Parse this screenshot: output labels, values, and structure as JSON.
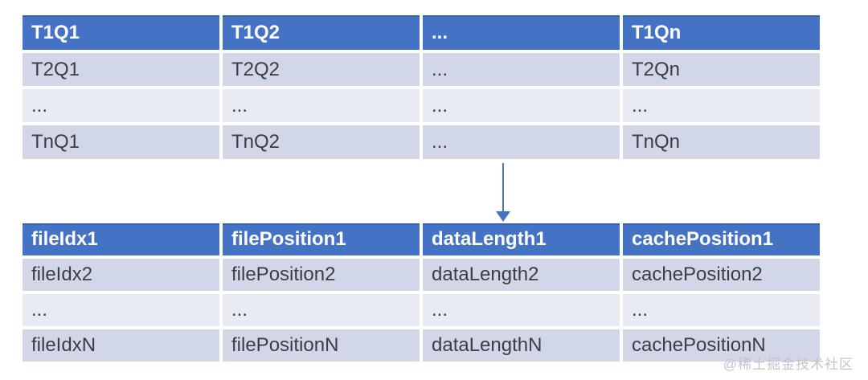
{
  "colors": {
    "header_bg": "#4472C4",
    "header_border_top": "#3A63AE",
    "header_text": "#FFFFFF",
    "row_dark": "#D2D7E8",
    "row_light": "#E9EBF4",
    "body_text": "#3A3D44",
    "arrow": "#4473C5",
    "watermark": "#C3C4C9"
  },
  "top_table": {
    "header": [
      "T1Q1",
      "T1Q2",
      "...",
      "T1Qn"
    ],
    "rows": [
      [
        "T2Q1",
        "T2Q2",
        "...",
        "T2Qn"
      ],
      [
        "...",
        "...",
        "...",
        "..."
      ],
      [
        "TnQ1",
        "TnQ2",
        "...",
        "TnQn"
      ]
    ]
  },
  "bottom_table": {
    "header": [
      "fileIdx1",
      "filePosition1",
      "dataLength1",
      "cachePosition1"
    ],
    "rows": [
      [
        "fileIdx2",
        "filePosition2",
        "dataLength2",
        "cachePosition2"
      ],
      [
        "...",
        "...",
        "...",
        "..."
      ],
      [
        "fileIdxN",
        "filePositionN",
        "dataLengthN",
        "cachePositionN"
      ]
    ]
  },
  "arrow": {
    "icon": "down-arrow"
  },
  "watermark": {
    "text": "@稀土掘金技术社区"
  }
}
